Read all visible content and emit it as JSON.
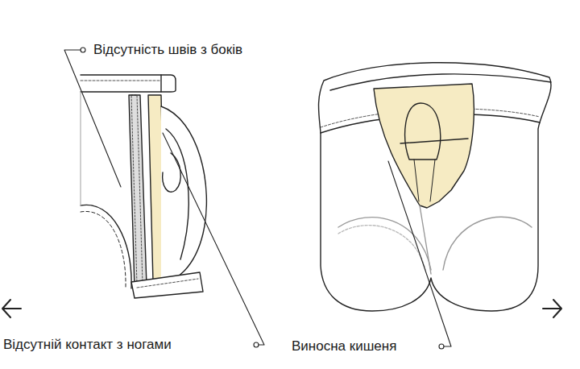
{
  "diagram": {
    "labels": [
      "Відсутність швів з боків",
      "Відсутній контакт з ногами",
      "Виносна кишеня"
    ]
  }
}
